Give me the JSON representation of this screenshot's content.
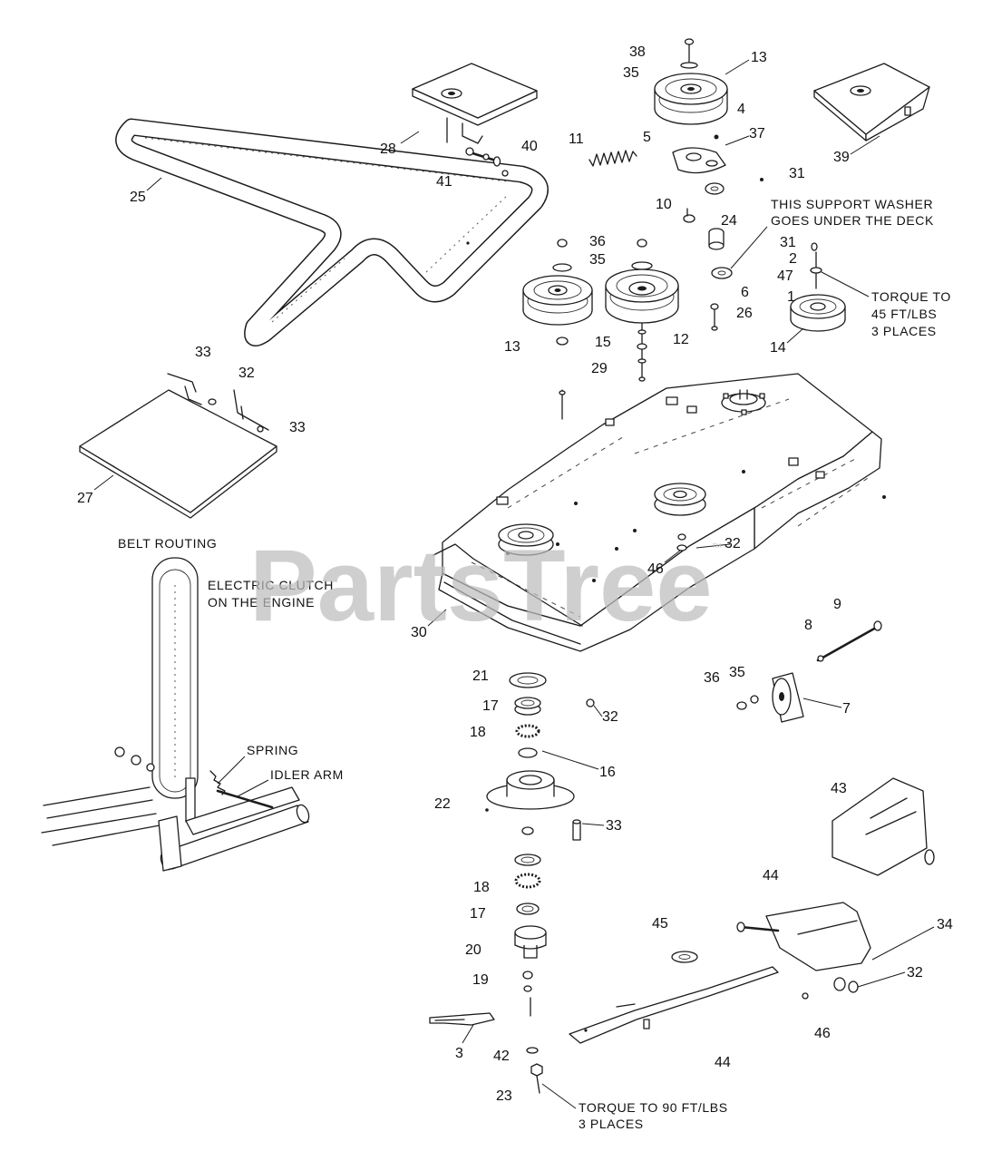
{
  "watermark": {
    "text": "PartsTree",
    "trademark": "™"
  },
  "callouts": [
    "38",
    "35",
    "13",
    "4",
    "37",
    "5",
    "11",
    "40",
    "28",
    "41",
    "31",
    "39",
    "25",
    "10",
    "24",
    "36",
    "31",
    "35",
    "2",
    "47",
    "6",
    "1",
    "26",
    "13",
    "15",
    "12",
    "14",
    "29",
    "33",
    "32",
    "33",
    "27",
    "32",
    "46",
    "9",
    "8",
    "30",
    "21",
    "35",
    "36",
    "17",
    "7",
    "32",
    "18",
    "16",
    "43",
    "22",
    "33",
    "44",
    "18",
    "17",
    "45",
    "34",
    "20",
    "32",
    "19",
    "46",
    "3",
    "42",
    "44",
    "23"
  ],
  "notes": {
    "support_washer_line1": "THIS SUPPORT WASHER",
    "support_washer_line2": "GOES UNDER THE DECK",
    "torque45_line1": "TORQUE TO",
    "torque45_line2": "45 FT/LBS",
    "torque45_line3": "3 PLACES",
    "belt_routing": "BELT ROUTING",
    "clutch_line1": "ELECTRIC CLUTCH",
    "clutch_line2": "ON THE ENGINE",
    "spring": "SPRING",
    "idler_arm": "IDLER ARM",
    "torque90_line1": "TORQUE TO 90 FT/LBS",
    "torque90_line2": "3 PLACES"
  }
}
